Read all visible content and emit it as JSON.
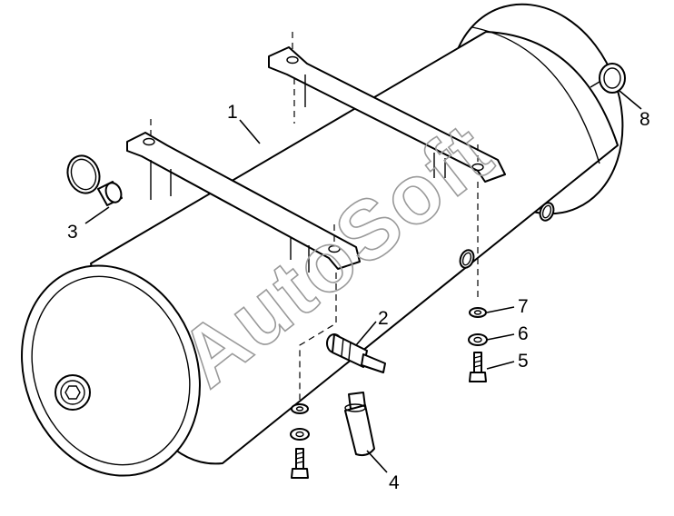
{
  "watermark": "AutoSoft",
  "callouts": {
    "c1": "1",
    "c2": "2",
    "c3": "3",
    "c4": "4",
    "c5": "5",
    "c6": "6",
    "c7": "7",
    "c8": "8"
  }
}
